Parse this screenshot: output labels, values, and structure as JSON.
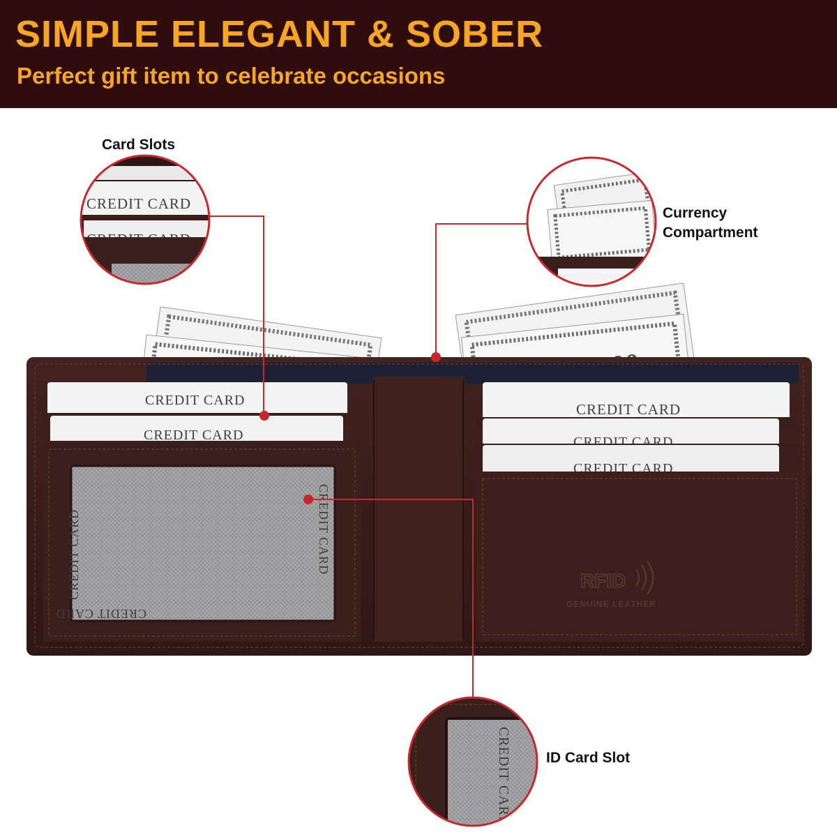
{
  "banner": {
    "title": "SIMPLE ELEGANT & SOBER",
    "subtitle": "Perfect gift item to celebrate occasions",
    "background_color": "#2e0d0c",
    "text_color": "#f6a623"
  },
  "callouts": {
    "card_slots": "Card Slots",
    "currency_line1": "Currency",
    "currency_line2": "Compartment",
    "id_card_slot": "ID Card Slot",
    "accent_color": "#c8282b"
  },
  "wallet": {
    "card_label": "CREDIT CARD",
    "rfid_label": "RFID",
    "leather_label": "GENUINE LEATHER",
    "banknote_value": "100",
    "leather_color": "#3a1e1c",
    "lining_color": "#1c2233"
  }
}
